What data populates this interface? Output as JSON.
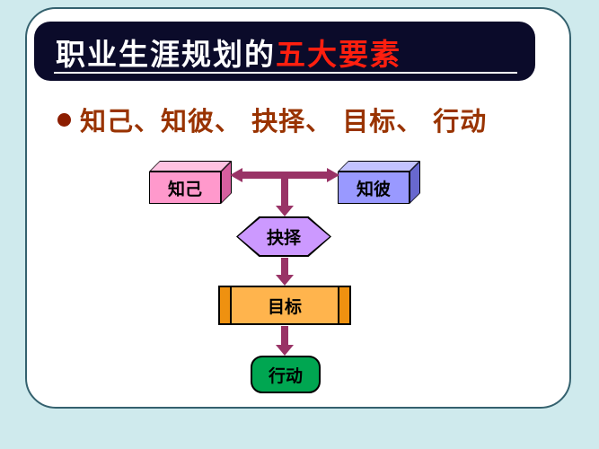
{
  "slide": {
    "title": {
      "prefix": "职业生涯规划的",
      "highlight": "五大要素"
    },
    "bullet": "知己、知彼、 抉择、 目标、 行动",
    "nodes": {
      "zhiji": "知己",
      "zhibi": "知彼",
      "jueze": "抉择",
      "mubiao": "目标",
      "xingdong": "行动"
    },
    "edges": [
      {
        "from": "zhiji",
        "to": "zhibi",
        "style": "double-arrow"
      },
      {
        "from": "zhiji+zhibi",
        "to": "jueze",
        "style": "arrow-down"
      },
      {
        "from": "jueze",
        "to": "mubiao",
        "style": "arrow-down"
      },
      {
        "from": "mubiao",
        "to": "xingdong",
        "style": "arrow-down"
      }
    ],
    "colors": {
      "background": "#cfeaed",
      "card_border": "#34616e",
      "title_bar": "#0b0b2a",
      "title_text": "#ffffff",
      "title_highlight": "#ff1f0f",
      "bullet_text": "#993300",
      "arrow": "#993366",
      "node_zhiji": "#ff99cc",
      "node_zhibi": "#9999ff",
      "node_jueze": "#cc99ff",
      "node_mubiao": "#ffb44d",
      "node_xingdong": "#00a651"
    }
  }
}
